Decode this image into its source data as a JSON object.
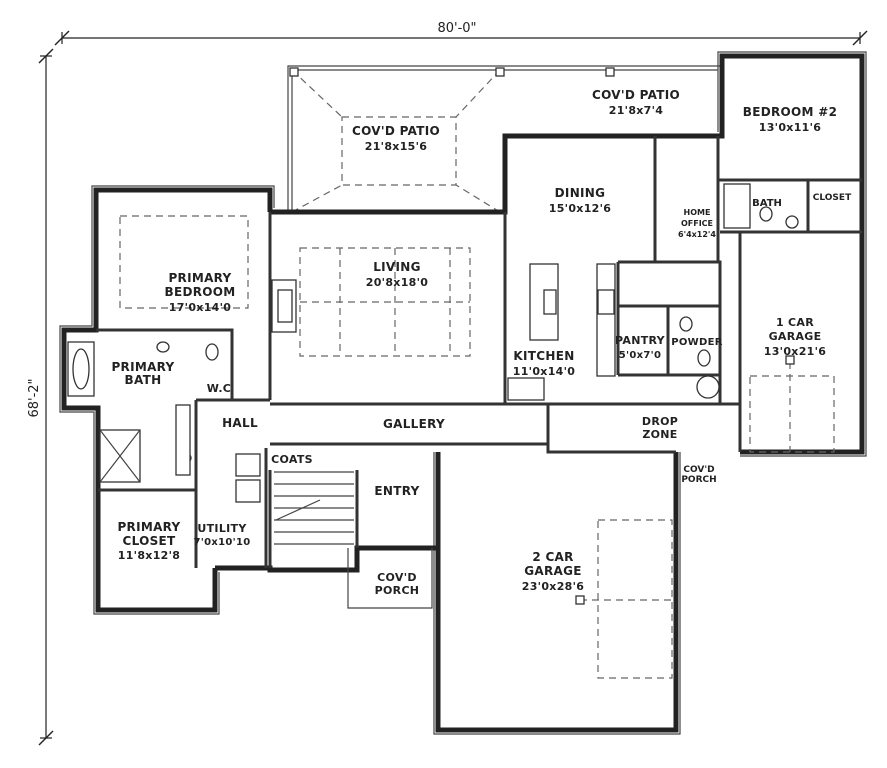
{
  "dimensions": {
    "overall_width": "80'-0\"",
    "overall_depth": "68'-2\""
  },
  "rooms": {
    "cov_patio_main": {
      "name": "COV'D PATIO",
      "size": "21'8x15'6"
    },
    "cov_patio_right": {
      "name": "COV'D PATIO",
      "size": "21'8x7'4"
    },
    "bedroom_2": {
      "name": "BEDROOM #2",
      "size": "13'0x11'6"
    },
    "dining": {
      "name": "DINING",
      "size": "15'0x12'6"
    },
    "bath": {
      "name": "BATH"
    },
    "closet": {
      "name": "CLOSET"
    },
    "home_office": {
      "name1": "HOME",
      "name2": "OFFICE",
      "size": "6'4x12'4"
    },
    "primary_bedroom": {
      "name1": "PRIMARY",
      "name2": "BEDROOM",
      "size": "17'0x14'0"
    },
    "living": {
      "name": "LIVING",
      "size": "20'8x18'0"
    },
    "pantry": {
      "name": "PANTRY",
      "size": "5'0x7'0"
    },
    "powder": {
      "name": "POWDER"
    },
    "car_garage_1": {
      "name1": "1 CAR",
      "name2": "GARAGE",
      "size": "13'0x21'6"
    },
    "primary_bath": {
      "name1": "PRIMARY",
      "name2": "BATH"
    },
    "wc": {
      "name": "W.C"
    },
    "kitchen": {
      "name": "KITCHEN",
      "size": "11'0x14'0"
    },
    "hall": {
      "name": "HALL"
    },
    "gallery": {
      "name": "GALLERY"
    },
    "drop_zone": {
      "name1": "DROP",
      "name2": "ZONE"
    },
    "coats": {
      "name": "COATS"
    },
    "cov_porch_right": {
      "name1": "COV'D",
      "name2": "PORCH"
    },
    "entry": {
      "name": "ENTRY"
    },
    "primary_closet": {
      "name1": "PRIMARY",
      "name2": "CLOSET",
      "size": "11'8x12'8"
    },
    "utility": {
      "name": "UTILITY",
      "size": "7'0x10'10"
    },
    "car_garage_2": {
      "name1": "2 CAR",
      "name2": "GARAGE",
      "size": "23'0x28'6"
    },
    "cov_porch_front": {
      "name1": "COV'D",
      "name2": "PORCH"
    }
  }
}
